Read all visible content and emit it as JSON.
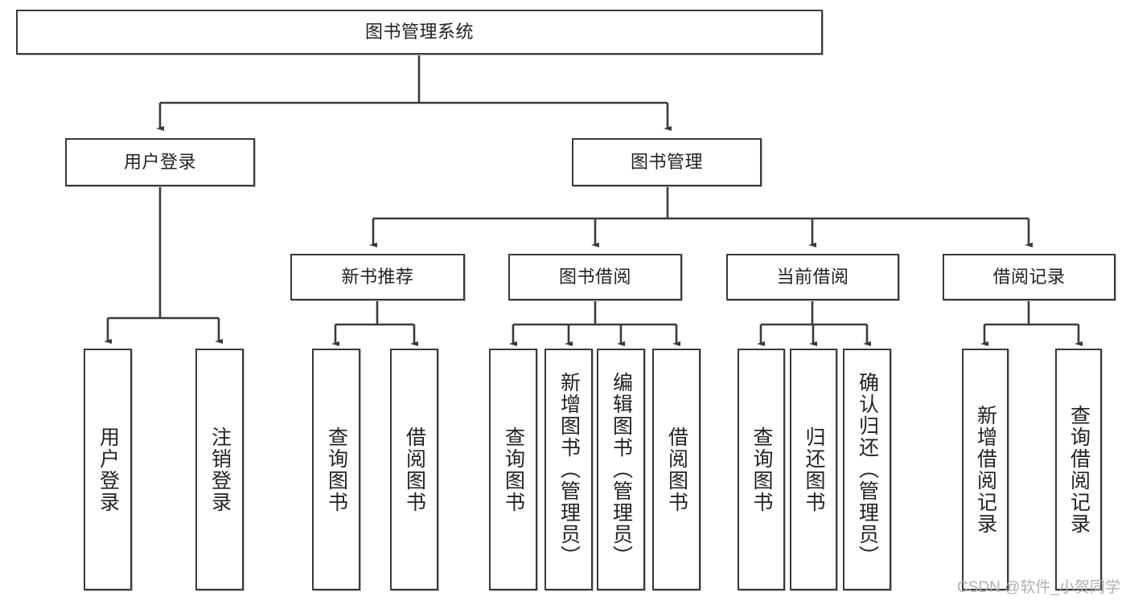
{
  "diagram": {
    "title": "图书管理系统",
    "watermark": "CSDN @软件_小贺同学",
    "edge_color": "#3a3a3a",
    "box_border_color": "#3a3a3a",
    "box_fill_color": "#ffffff",
    "text_color": "#222222",
    "watermark_color": "#b0b0b0"
  },
  "nodes": {
    "root": {
      "label": "图书管理系统",
      "level": 1,
      "orientation": "horizontal"
    },
    "l2": [
      {
        "label": "用户登录",
        "orientation": "horizontal"
      },
      {
        "label": "图书管理",
        "orientation": "horizontal"
      }
    ],
    "l3": [
      {
        "label": "新书推荐",
        "orientation": "horizontal"
      },
      {
        "label": "图书借阅",
        "orientation": "horizontal"
      },
      {
        "label": "当前借阅",
        "orientation": "horizontal"
      },
      {
        "label": "借阅记录",
        "orientation": "horizontal"
      }
    ],
    "leaves": {
      "user_login": [
        {
          "label": "用户登录",
          "orientation": "vertical"
        },
        {
          "label": "注销登录",
          "orientation": "vertical"
        }
      ],
      "new_book_recommend": [
        {
          "label": "查询图书",
          "orientation": "vertical"
        },
        {
          "label": "借阅图书",
          "orientation": "vertical"
        }
      ],
      "book_borrow": [
        {
          "label": "查询图书",
          "orientation": "vertical"
        },
        {
          "label": "新增图书（管理员）",
          "orientation": "vertical"
        },
        {
          "label": "编辑图书（管理员）",
          "orientation": "vertical"
        },
        {
          "label": "借阅图书",
          "orientation": "vertical"
        }
      ],
      "current_borrow": [
        {
          "label": "查询图书",
          "orientation": "vertical"
        },
        {
          "label": "归还图书",
          "orientation": "vertical"
        },
        {
          "label": "确认归还（管理员）",
          "orientation": "vertical"
        }
      ],
      "borrow_record": [
        {
          "label": "新增借阅记录",
          "orientation": "vertical"
        },
        {
          "label": "查询借阅记录",
          "orientation": "vertical"
        }
      ]
    }
  }
}
